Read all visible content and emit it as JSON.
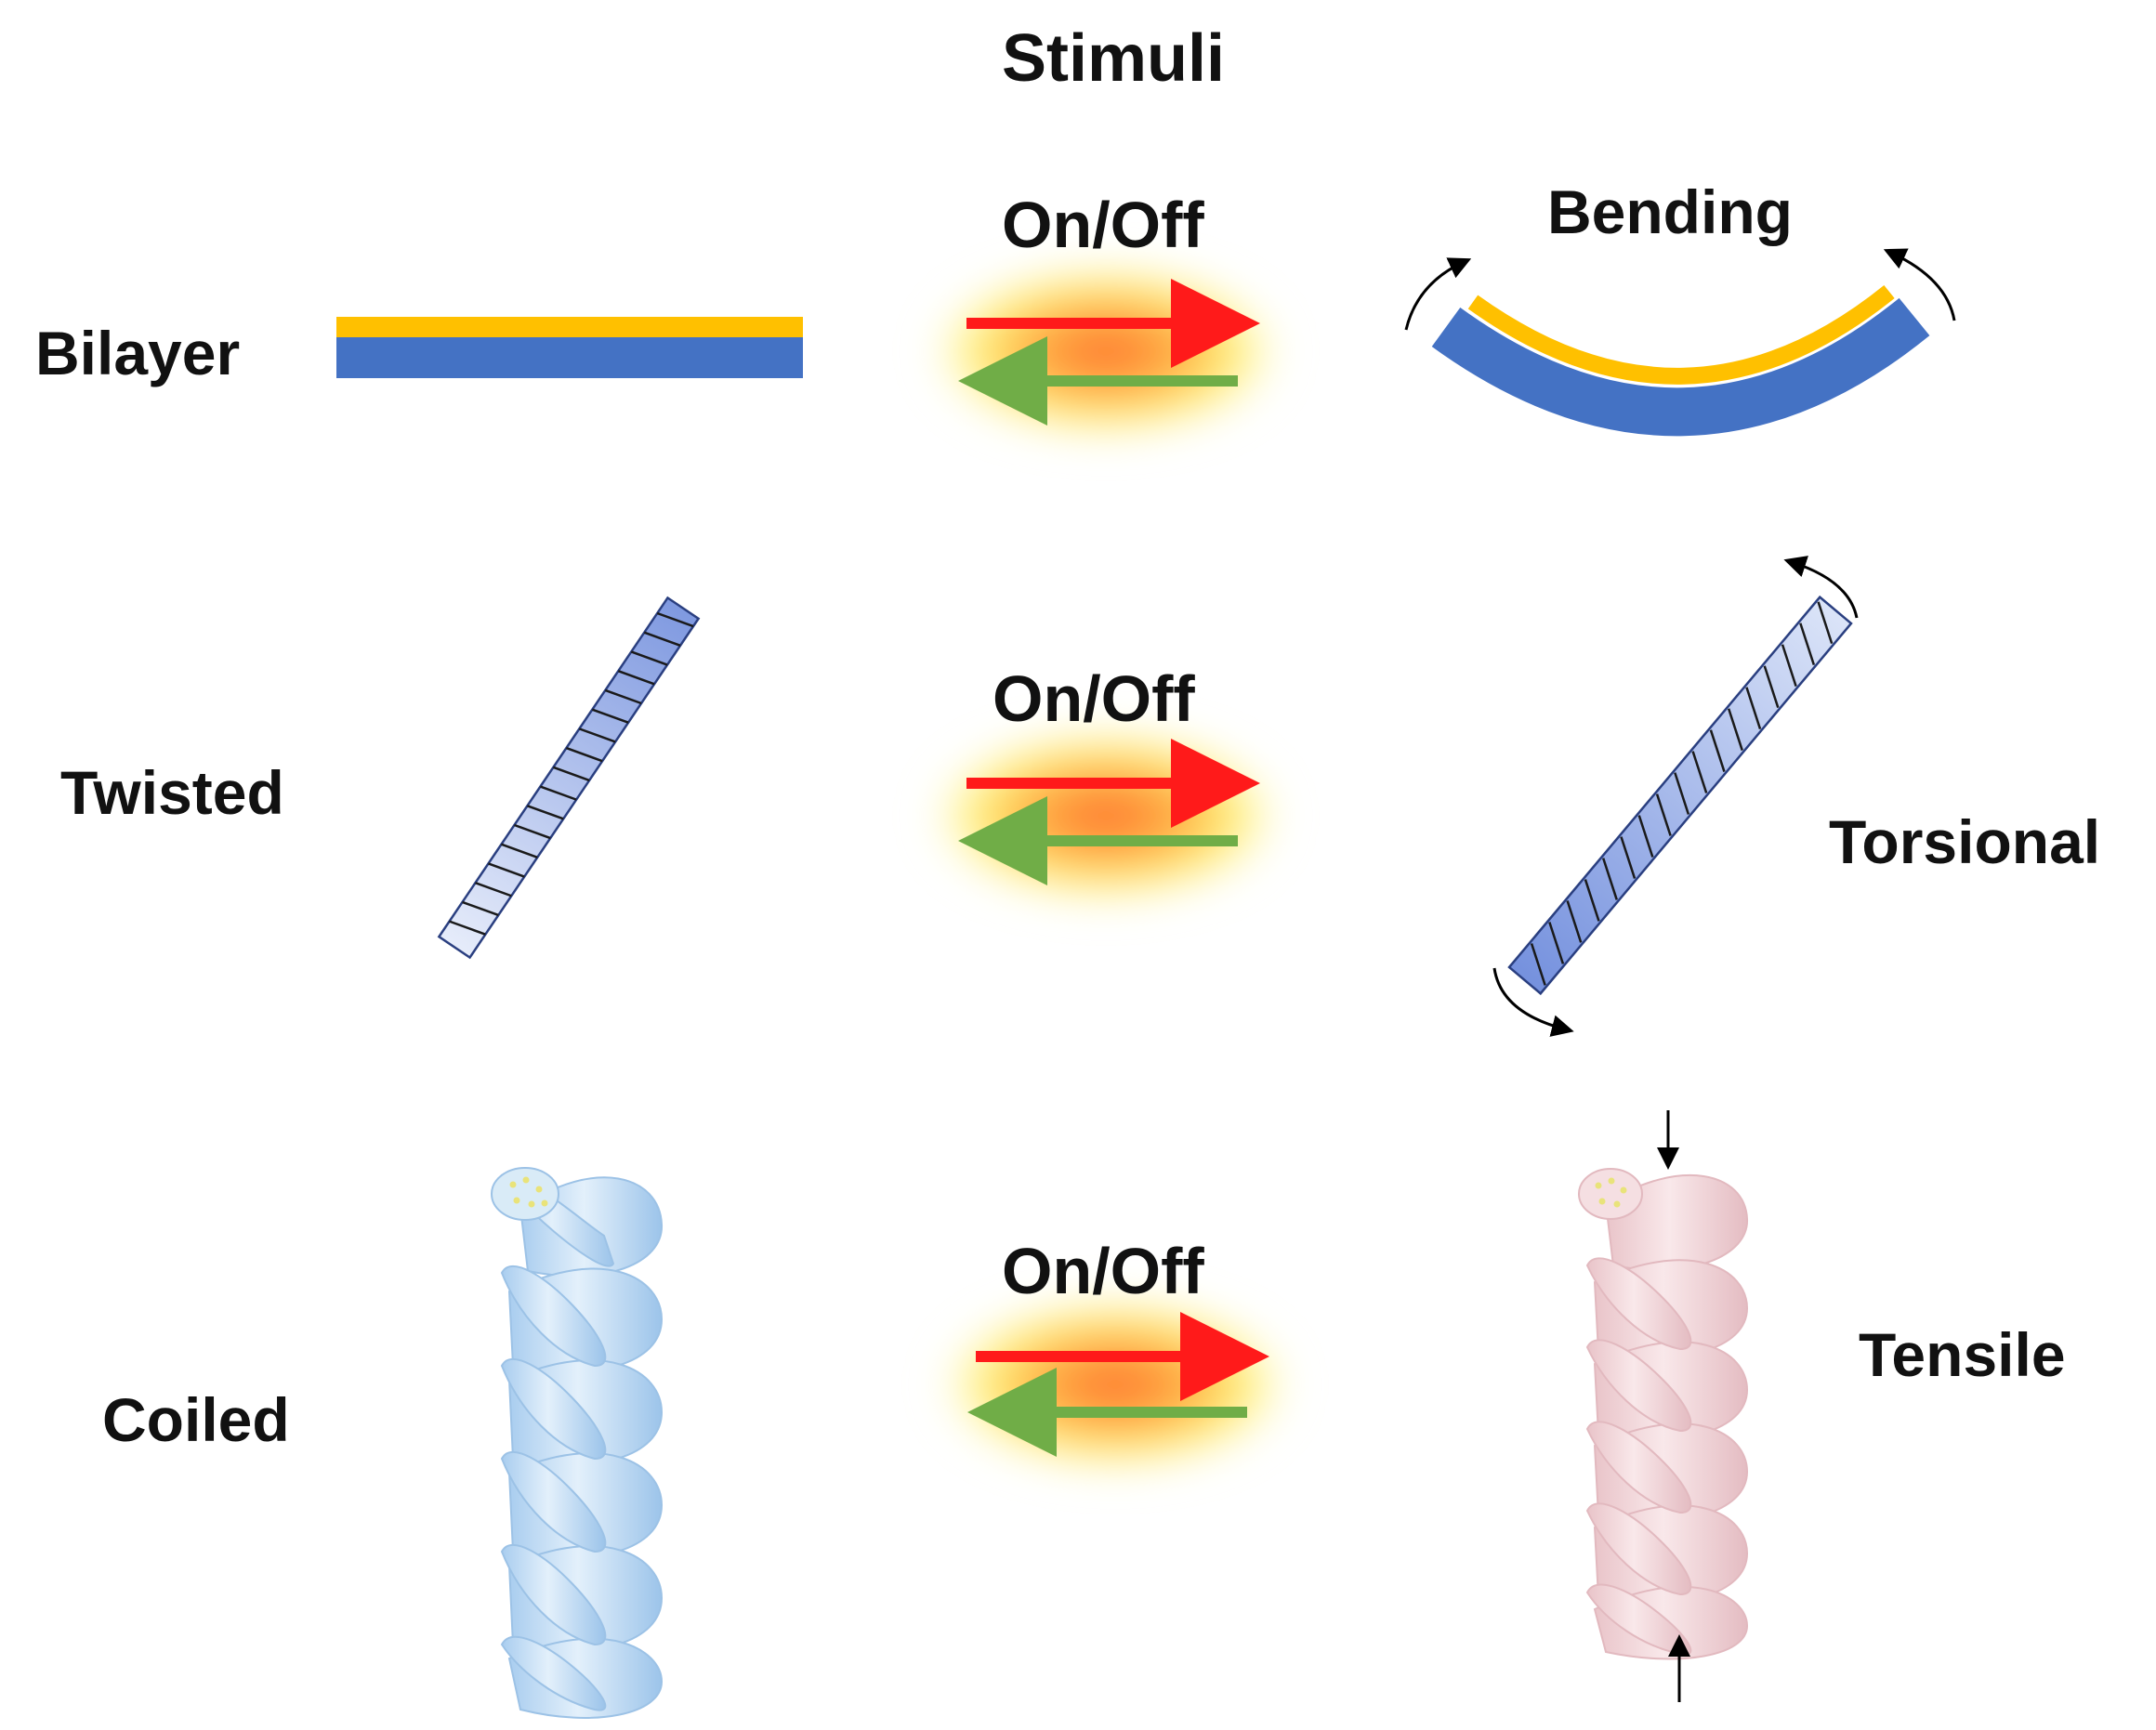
{
  "header": {
    "label": "Stimuli"
  },
  "rows": [
    {
      "id": "bilayer",
      "left_label": "Bilayer",
      "switch_label": "On/Off",
      "right_label": "Bending"
    },
    {
      "id": "twisted",
      "left_label": "Twisted",
      "switch_label": "On/Off",
      "right_label": "Torsional"
    },
    {
      "id": "coiled",
      "left_label": "Coiled",
      "switch_label": "On/Off",
      "right_label": "Tensile"
    }
  ],
  "colors": {
    "top_layer": "#FFC000",
    "bottom_layer": "#4472C4",
    "forward_arrow": "#FF1A1A",
    "reverse_arrow": "#70AD47",
    "glow_hot": "#FF7A3A",
    "glow_warm": "#FFF27A",
    "fiber_blue": "#8EA9E8",
    "coil_blue": "#BFDDF3",
    "coil_pink": "#F2D3D6"
  },
  "icons": {
    "switch": "double-arrow-forward-reverse",
    "rotation": "curved-arrow-icon",
    "force": "straight-arrow-icon"
  }
}
